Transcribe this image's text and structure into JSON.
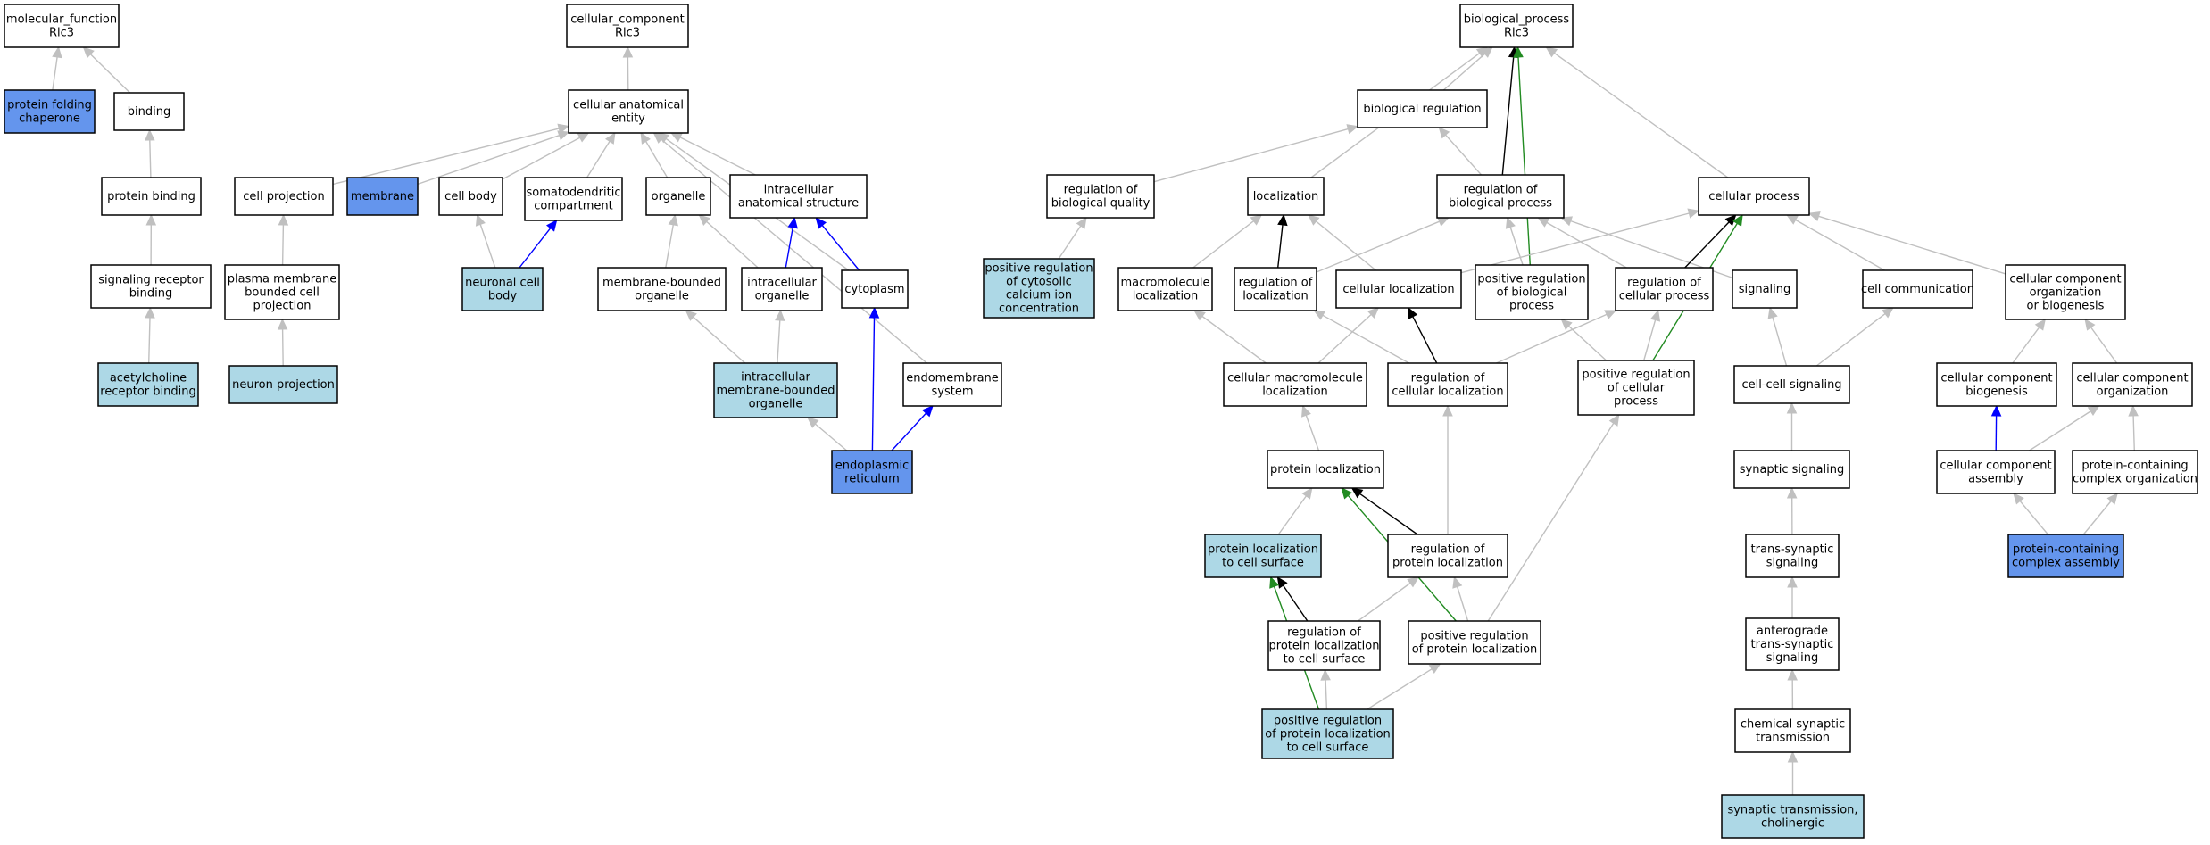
{
  "colors": {
    "plain": "#ffffff",
    "light": "#add8e6",
    "dark": "#6495ed",
    "edge_gray": "#c0c0c0",
    "edge_black": "#000000",
    "edge_blue": "#0000ff",
    "edge_green": "#228b22"
  },
  "nodes": [
    {
      "id": "mf",
      "lines": [
        "molecular_function",
        "Ric3"
      ],
      "fill": "plain"
    },
    {
      "id": "pfc",
      "lines": [
        "protein folding",
        "chaperone"
      ],
      "fill": "dark"
    },
    {
      "id": "binding",
      "lines": [
        "binding"
      ],
      "fill": "plain"
    },
    {
      "id": "protbind",
      "lines": [
        "protein binding"
      ],
      "fill": "plain"
    },
    {
      "id": "srb",
      "lines": [
        "signaling receptor",
        "binding"
      ],
      "fill": "plain"
    },
    {
      "id": "achrb",
      "lines": [
        "acetylcholine",
        "receptor binding"
      ],
      "fill": "light"
    },
    {
      "id": "cc",
      "lines": [
        "cellular_component",
        "Ric3"
      ],
      "fill": "plain"
    },
    {
      "id": "cae",
      "lines": [
        "cellular anatomical",
        "entity"
      ],
      "fill": "plain"
    },
    {
      "id": "cellproj",
      "lines": [
        "cell projection"
      ],
      "fill": "plain"
    },
    {
      "id": "membrane",
      "lines": [
        "membrane"
      ],
      "fill": "dark"
    },
    {
      "id": "cellbody",
      "lines": [
        "cell body"
      ],
      "fill": "plain"
    },
    {
      "id": "sdc",
      "lines": [
        "somatodendritic",
        "compartment"
      ],
      "fill": "plain"
    },
    {
      "id": "organelle",
      "lines": [
        "organelle"
      ],
      "fill": "plain"
    },
    {
      "id": "ias",
      "lines": [
        "intracellular",
        "anatomical structure"
      ],
      "fill": "plain"
    },
    {
      "id": "pmbcp",
      "lines": [
        "plasma membrane",
        "bounded cell",
        "projection"
      ],
      "fill": "plain"
    },
    {
      "id": "ncb",
      "lines": [
        "neuronal cell",
        "body"
      ],
      "fill": "light"
    },
    {
      "id": "mbo",
      "lines": [
        "membrane-bounded",
        "organelle"
      ],
      "fill": "plain"
    },
    {
      "id": "io",
      "lines": [
        "intracellular",
        "organelle"
      ],
      "fill": "plain"
    },
    {
      "id": "cytoplasm",
      "lines": [
        "cytoplasm"
      ],
      "fill": "plain"
    },
    {
      "id": "np",
      "lines": [
        "neuron projection"
      ],
      "fill": "light"
    },
    {
      "id": "imbo",
      "lines": [
        "intracellular",
        "membrane-bounded",
        "organelle"
      ],
      "fill": "light"
    },
    {
      "id": "ems",
      "lines": [
        "endomembrane",
        "system"
      ],
      "fill": "plain"
    },
    {
      "id": "er",
      "lines": [
        "endoplasmic",
        "reticulum"
      ],
      "fill": "dark"
    },
    {
      "id": "bp",
      "lines": [
        "biological_process",
        "Ric3"
      ],
      "fill": "plain"
    },
    {
      "id": "breg",
      "lines": [
        "biological regulation"
      ],
      "fill": "plain"
    },
    {
      "id": "rbq",
      "lines": [
        "regulation of",
        "biological quality"
      ],
      "fill": "plain"
    },
    {
      "id": "loc",
      "lines": [
        "localization"
      ],
      "fill": "plain"
    },
    {
      "id": "rbp",
      "lines": [
        "regulation of",
        "biological process"
      ],
      "fill": "plain"
    },
    {
      "id": "cproc",
      "lines": [
        "cellular process"
      ],
      "fill": "plain"
    },
    {
      "id": "prcc",
      "lines": [
        "positive regulation",
        "of cytosolic",
        "calcium ion",
        "concentration"
      ],
      "fill": "light"
    },
    {
      "id": "mmloc",
      "lines": [
        "macromolecule",
        "localization"
      ],
      "fill": "plain"
    },
    {
      "id": "rloc",
      "lines": [
        "regulation of",
        "localization"
      ],
      "fill": "plain"
    },
    {
      "id": "cloc",
      "lines": [
        "cellular localization"
      ],
      "fill": "plain"
    },
    {
      "id": "prbp",
      "lines": [
        "positive regulation",
        "of biological",
        "process"
      ],
      "fill": "plain"
    },
    {
      "id": "rcp",
      "lines": [
        "regulation of",
        "cellular process"
      ],
      "fill": "plain"
    },
    {
      "id": "signaling",
      "lines": [
        "signaling"
      ],
      "fill": "plain"
    },
    {
      "id": "ccomm",
      "lines": [
        "cell communication"
      ],
      "fill": "plain"
    },
    {
      "id": "ccob",
      "lines": [
        "cellular component",
        "organization",
        "or biogenesis"
      ],
      "fill": "plain"
    },
    {
      "id": "cmmloc",
      "lines": [
        "cellular macromolecule",
        "localization"
      ],
      "fill": "plain"
    },
    {
      "id": "rcloc",
      "lines": [
        "regulation of",
        "cellular localization"
      ],
      "fill": "plain"
    },
    {
      "id": "prcp",
      "lines": [
        "positive regulation",
        "of cellular",
        "process"
      ],
      "fill": "plain"
    },
    {
      "id": "ccsig",
      "lines": [
        "cell-cell signaling"
      ],
      "fill": "plain"
    },
    {
      "id": "ccbio",
      "lines": [
        "cellular component",
        "biogenesis"
      ],
      "fill": "plain"
    },
    {
      "id": "ccorg",
      "lines": [
        "cellular component",
        "organization"
      ],
      "fill": "plain"
    },
    {
      "id": "ploc",
      "lines": [
        "protein localization"
      ],
      "fill": "plain"
    },
    {
      "id": "synsig",
      "lines": [
        "synaptic signaling"
      ],
      "fill": "plain"
    },
    {
      "id": "cca",
      "lines": [
        "cellular component",
        "assembly"
      ],
      "fill": "plain"
    },
    {
      "id": "pcco",
      "lines": [
        "protein-containing",
        "complex organization"
      ],
      "fill": "plain"
    },
    {
      "id": "plcs",
      "lines": [
        "protein localization",
        "to cell surface"
      ],
      "fill": "light"
    },
    {
      "id": "rploc",
      "lines": [
        "regulation of",
        "protein localization"
      ],
      "fill": "plain"
    },
    {
      "id": "tss",
      "lines": [
        "trans-synaptic",
        "signaling"
      ],
      "fill": "plain"
    },
    {
      "id": "pcca",
      "lines": [
        "protein-containing",
        "complex assembly"
      ],
      "fill": "dark"
    },
    {
      "id": "rplcs",
      "lines": [
        "regulation of",
        "protein localization",
        "to cell surface"
      ],
      "fill": "plain"
    },
    {
      "id": "prploc",
      "lines": [
        "positive regulation",
        "of protein localization"
      ],
      "fill": "plain"
    },
    {
      "id": "atss",
      "lines": [
        "anterograde",
        "trans-synaptic",
        "signaling"
      ],
      "fill": "plain"
    },
    {
      "id": "prplcs",
      "lines": [
        "positive regulation",
        "of protein localization",
        "to cell surface"
      ],
      "fill": "light"
    },
    {
      "id": "cst",
      "lines": [
        "chemical synaptic",
        "transmission"
      ],
      "fill": "plain"
    },
    {
      "id": "stc",
      "lines": [
        "synaptic transmission,",
        "cholinergic"
      ],
      "fill": "light"
    }
  ],
  "edges": [
    {
      "from": "pfc",
      "to": "mf",
      "color": "edge_gray"
    },
    {
      "from": "binding",
      "to": "mf",
      "color": "edge_gray"
    },
    {
      "from": "protbind",
      "to": "binding",
      "color": "edge_gray"
    },
    {
      "from": "srb",
      "to": "protbind",
      "color": "edge_gray"
    },
    {
      "from": "achrb",
      "to": "srb",
      "color": "edge_gray"
    },
    {
      "from": "cae",
      "to": "cc",
      "color": "edge_gray"
    },
    {
      "from": "cellproj",
      "to": "cae",
      "color": "edge_gray"
    },
    {
      "from": "membrane",
      "to": "cae",
      "color": "edge_gray"
    },
    {
      "from": "cellbody",
      "to": "cae",
      "color": "edge_gray"
    },
    {
      "from": "sdc",
      "to": "cae",
      "color": "edge_gray"
    },
    {
      "from": "organelle",
      "to": "cae",
      "color": "edge_gray"
    },
    {
      "from": "ias",
      "to": "cae",
      "color": "edge_gray"
    },
    {
      "from": "cytoplasm",
      "to": "cae",
      "color": "edge_gray"
    },
    {
      "from": "ems",
      "to": "cae",
      "color": "edge_gray"
    },
    {
      "from": "pmbcp",
      "to": "cellproj",
      "color": "edge_gray"
    },
    {
      "from": "np",
      "to": "pmbcp",
      "color": "edge_gray"
    },
    {
      "from": "ncb",
      "to": "cellbody",
      "color": "edge_gray"
    },
    {
      "from": "ncb",
      "to": "sdc",
      "color": "edge_blue"
    },
    {
      "from": "mbo",
      "to": "organelle",
      "color": "edge_gray"
    },
    {
      "from": "io",
      "to": "organelle",
      "color": "edge_gray"
    },
    {
      "from": "io",
      "to": "ias",
      "color": "edge_blue"
    },
    {
      "from": "cytoplasm",
      "to": "ias",
      "color": "edge_blue"
    },
    {
      "from": "imbo",
      "to": "mbo",
      "color": "edge_gray"
    },
    {
      "from": "imbo",
      "to": "io",
      "color": "edge_gray"
    },
    {
      "from": "er",
      "to": "imbo",
      "color": "edge_gray"
    },
    {
      "from": "er",
      "to": "cytoplasm",
      "color": "edge_blue"
    },
    {
      "from": "er",
      "to": "ems",
      "color": "edge_blue"
    },
    {
      "from": "breg",
      "to": "bp",
      "color": "edge_gray"
    },
    {
      "from": "loc",
      "to": "bp",
      "color": "edge_gray"
    },
    {
      "from": "rbp",
      "to": "bp",
      "color": "edge_black"
    },
    {
      "from": "prbp",
      "to": "bp",
      "color": "edge_green"
    },
    {
      "from": "cproc",
      "to": "bp",
      "color": "edge_gray"
    },
    {
      "from": "rbq",
      "to": "breg",
      "color": "edge_gray"
    },
    {
      "from": "rbp",
      "to": "breg",
      "color": "edge_gray"
    },
    {
      "from": "prcc",
      "to": "rbq",
      "color": "edge_gray"
    },
    {
      "from": "mmloc",
      "to": "loc",
      "color": "edge_gray"
    },
    {
      "from": "rloc",
      "to": "loc",
      "color": "edge_black"
    },
    {
      "from": "cloc",
      "to": "loc",
      "color": "edge_gray"
    },
    {
      "from": "rloc",
      "to": "rbp",
      "color": "edge_gray"
    },
    {
      "from": "prbp",
      "to": "rbp",
      "color": "edge_gray"
    },
    {
      "from": "rcp",
      "to": "rbp",
      "color": "edge_gray"
    },
    {
      "from": "signaling",
      "to": "rbp",
      "color": "edge_gray"
    },
    {
      "from": "cloc",
      "to": "cproc",
      "color": "edge_gray"
    },
    {
      "from": "rcp",
      "to": "cproc",
      "color": "edge_black"
    },
    {
      "from": "ccomm",
      "to": "cproc",
      "color": "edge_gray"
    },
    {
      "from": "ccob",
      "to": "cproc",
      "color": "edge_gray"
    },
    {
      "from": "prcp",
      "to": "cproc",
      "color": "edge_green"
    },
    {
      "from": "cmmloc",
      "to": "mmloc",
      "color": "edge_gray"
    },
    {
      "from": "cmmloc",
      "to": "cloc",
      "color": "edge_gray"
    },
    {
      "from": "rcloc",
      "to": "rloc",
      "color": "edge_gray"
    },
    {
      "from": "rcloc",
      "to": "cloc",
      "color": "edge_black"
    },
    {
      "from": "rcloc",
      "to": "rcp",
      "color": "edge_gray"
    },
    {
      "from": "prcp",
      "to": "prbp",
      "color": "edge_gray"
    },
    {
      "from": "prcp",
      "to": "rcp",
      "color": "edge_gray"
    },
    {
      "from": "ccsig",
      "to": "signaling",
      "color": "edge_gray"
    },
    {
      "from": "ccsig",
      "to": "ccomm",
      "color": "edge_gray"
    },
    {
      "from": "ccbio",
      "to": "ccob",
      "color": "edge_gray"
    },
    {
      "from": "ccorg",
      "to": "ccob",
      "color": "edge_gray"
    },
    {
      "from": "ploc",
      "to": "cmmloc",
      "color": "edge_gray"
    },
    {
      "from": "synsig",
      "to": "ccsig",
      "color": "edge_gray"
    },
    {
      "from": "cca",
      "to": "ccbio",
      "color": "edge_blue"
    },
    {
      "from": "cca",
      "to": "ccorg",
      "color": "edge_gray"
    },
    {
      "from": "pcco",
      "to": "ccorg",
      "color": "edge_gray"
    },
    {
      "from": "plcs",
      "to": "ploc",
      "color": "edge_gray"
    },
    {
      "from": "rploc",
      "to": "ploc",
      "color": "edge_black"
    },
    {
      "from": "rploc",
      "to": "rcloc",
      "color": "edge_gray"
    },
    {
      "from": "prploc",
      "to": "ploc",
      "color": "edge_green"
    },
    {
      "from": "prploc",
      "to": "rploc",
      "color": "edge_gray"
    },
    {
      "from": "prploc",
      "to": "prcp",
      "color": "edge_gray"
    },
    {
      "from": "rplcs",
      "to": "plcs",
      "color": "edge_black"
    },
    {
      "from": "rplcs",
      "to": "rploc",
      "color": "edge_gray"
    },
    {
      "from": "prplcs",
      "to": "plcs",
      "color": "edge_green"
    },
    {
      "from": "prplcs",
      "to": "rplcs",
      "color": "edge_gray"
    },
    {
      "from": "prplcs",
      "to": "prploc",
      "color": "edge_gray"
    },
    {
      "from": "tss",
      "to": "synsig",
      "color": "edge_gray"
    },
    {
      "from": "pcca",
      "to": "cca",
      "color": "edge_gray"
    },
    {
      "from": "pcca",
      "to": "pcco",
      "color": "edge_gray"
    },
    {
      "from": "atss",
      "to": "tss",
      "color": "edge_gray"
    },
    {
      "from": "cst",
      "to": "atss",
      "color": "edge_gray"
    },
    {
      "from": "stc",
      "to": "cst",
      "color": "edge_gray"
    }
  ]
}
